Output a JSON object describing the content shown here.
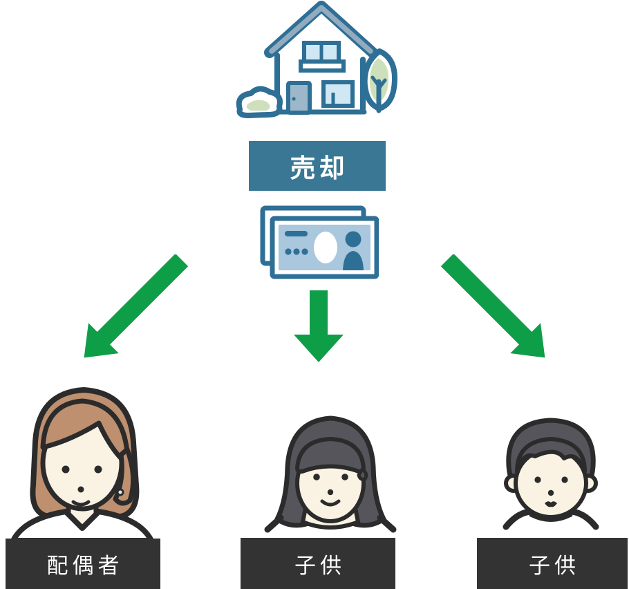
{
  "diagram": {
    "description": "Flow diagram: a house is sold and the money is divided among the spouse and two children",
    "sale_banner": {
      "label": "売却"
    },
    "source_icons": {
      "house": "house-with-tree-icon",
      "money": "banknotes-icon"
    },
    "arrows": [
      {
        "direction": "down-left"
      },
      {
        "direction": "down"
      },
      {
        "direction": "down-right"
      }
    ],
    "recipients": [
      {
        "figure": "woman-spouse",
        "label": "配偶者"
      },
      {
        "figure": "girl-child",
        "label": "子供"
      },
      {
        "figure": "boy-child",
        "label": "子供"
      }
    ],
    "colors": {
      "sale_banner_bg": "#3A7795",
      "sale_banner_text": "#FFFFFF",
      "arrow_green": "#0F9E48",
      "label_bg": "#333333",
      "label_text": "#FFFFFF",
      "line_blue": "#2E6F96",
      "note_fill": "#A9C7DD",
      "window_blue": "#CFE8F4",
      "door_blue": "#9DB7CA",
      "roof_gray": "#93ABBE",
      "foliage_green": "#CDE0BB",
      "hair_brown": "#BE906F",
      "hair_dark": "#55555B",
      "skin_cream": "#FAF3E4",
      "outline_dark": "#2B2B2B"
    }
  }
}
